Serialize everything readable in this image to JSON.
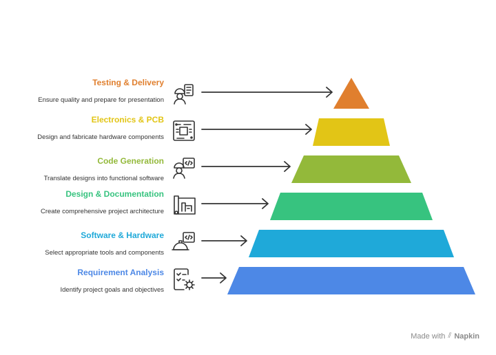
{
  "tiers": [
    {
      "title": "Testing & Delivery",
      "description": "Ensure quality and prepare for presentation",
      "color": "#e07f2e",
      "icon": "worker-clipboard-icon"
    },
    {
      "title": "Electronics & PCB",
      "description": "Design and fabricate hardware components",
      "color": "#e2c516",
      "icon": "circuit-board-icon"
    },
    {
      "title": "Code Generation",
      "description": "Translate designs into functional software",
      "color": "#93b93a",
      "icon": "developer-code-icon"
    },
    {
      "title": "Design & Documentation",
      "description": "Create comprehensive project architecture",
      "color": "#37c37f",
      "icon": "blueprint-icon"
    },
    {
      "title": "Software & Hardware",
      "description": "Select appropriate tools and components",
      "color": "#1fa9d9",
      "icon": "hardhat-code-icon"
    },
    {
      "title": "Requirement Analysis",
      "description": "Identify project goals and objectives",
      "color": "#4d88e6",
      "icon": "checklist-gear-icon"
    }
  ],
  "watermark": {
    "prefix": "Made with",
    "brand": "Napkin"
  }
}
